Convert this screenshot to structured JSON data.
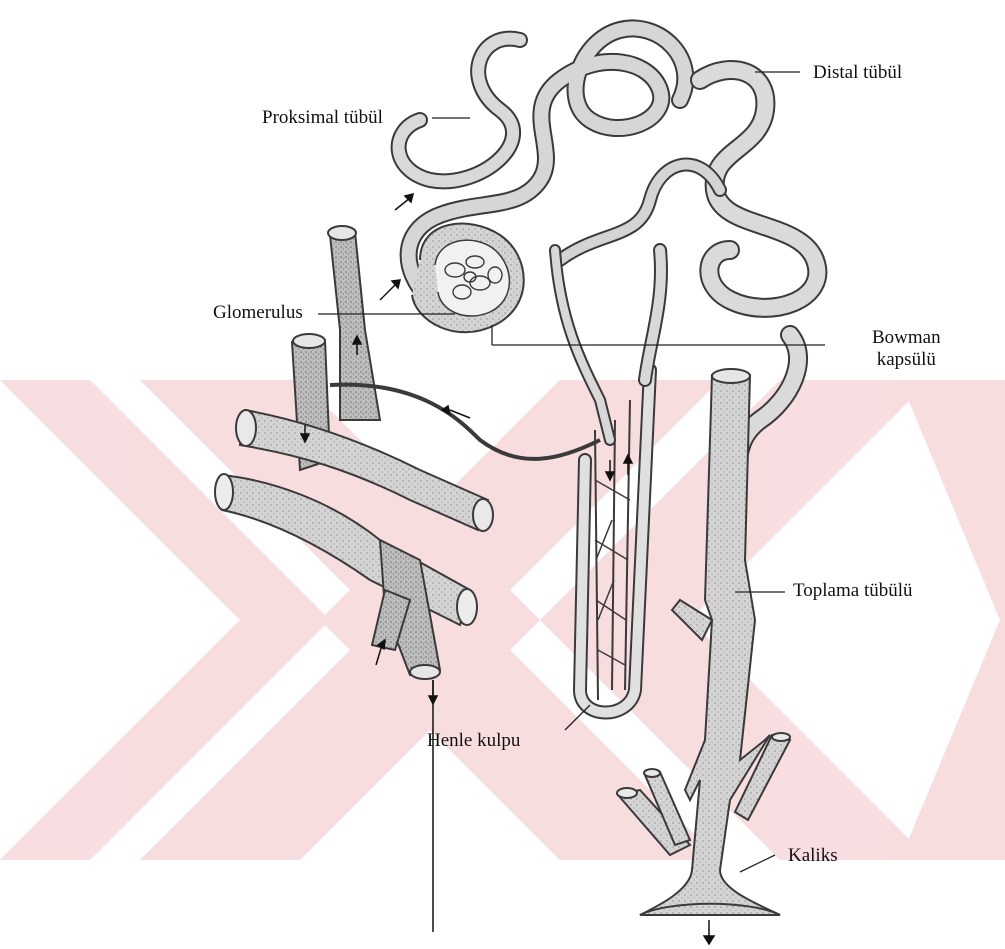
{
  "diagram": {
    "labels": {
      "distal_tubule": "Distal tübül",
      "proximal_tubule": "Proksimal tübül",
      "glomerulus": "Glomerulus",
      "bowman_line1": "Bowman",
      "bowman_line2": "kapsülü",
      "collecting_tubule": "Toplama tübülü",
      "henle_loop": "Henle kulpu",
      "calyx": "Kaliks"
    },
    "colors": {
      "vessel_fill": "#c8c8c8",
      "vessel_stroke": "#3a3a3a",
      "tubule_fill": "#d6d6d6",
      "watermark": "#f2c9cc",
      "line": "#222222"
    }
  }
}
